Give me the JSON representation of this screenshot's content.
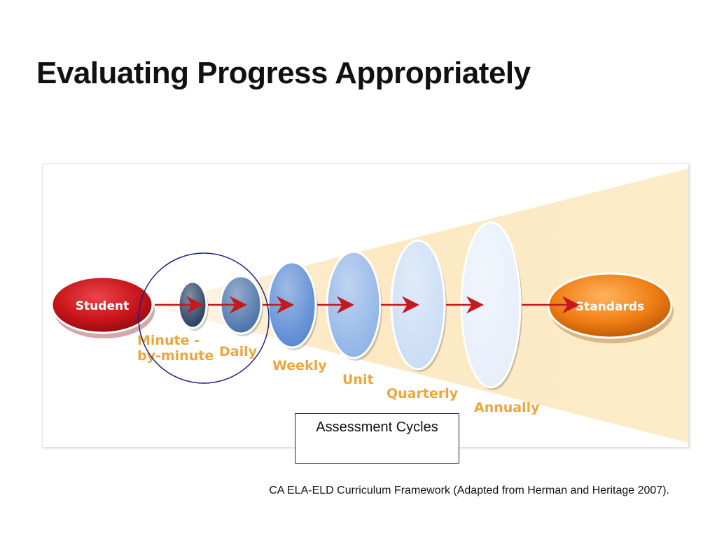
{
  "slide": {
    "title": "Evaluating Progress Appropriately",
    "caption": "Assessment Cycles",
    "citation": "CA ELA-ELD Curriculum Framework (Adapted from Herman and Heritage 2007)."
  },
  "diagram": {
    "start_node": "Student",
    "end_node": "Standards",
    "stages": [
      {
        "label_line1": "Minute -",
        "label_line2": "by-minute",
        "color": "#1a3358"
      },
      {
        "label_line1": "Daily",
        "label_line2": "",
        "color": "#3e6aa4"
      },
      {
        "label_line1": "Weekly",
        "label_line2": "",
        "color": "#4f83d0"
      },
      {
        "label_line1": "Unit",
        "label_line2": "",
        "color": "#8ab0e6"
      },
      {
        "label_line1": "Quarterly",
        "label_line2": "",
        "color": "#c7dbf4"
      },
      {
        "label_line1": "Annually",
        "label_line2": "",
        "color": "#e6eefa"
      }
    ],
    "colors": {
      "student": "#c8141a",
      "standards": "#ef7d14",
      "arrow": "#c41a1f",
      "stage_label": "#eea63a",
      "cone": "#fbe6bd",
      "highlight_circle": "#1a1f8a"
    }
  }
}
